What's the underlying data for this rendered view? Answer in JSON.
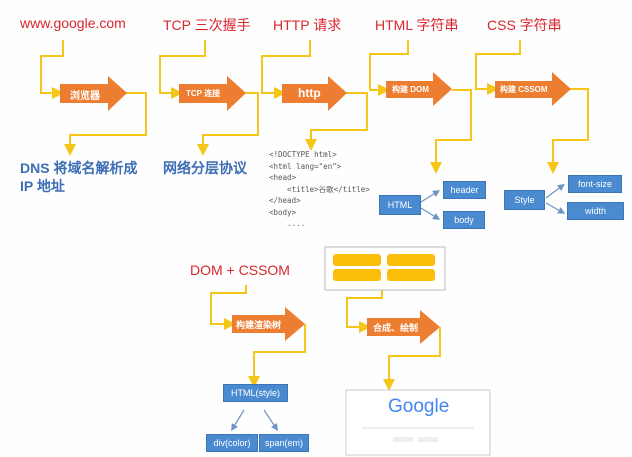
{
  "steps": {
    "url": "www.google.com",
    "tcp_handshake": "TCP 三次握手",
    "http_request": "HTTP 请求",
    "html_string": "HTML 字符串",
    "css_string": "CSS 字符串",
    "dom_cssom": "DOM + CSSOM"
  },
  "arrows": {
    "browser": "浏览器",
    "tcp_connect": "TCP 连接",
    "http": "http",
    "build_dom": "构建 DOM",
    "build_cssom": "构建 CSSOM",
    "build_render_tree": "构建渲染树",
    "composite_paint": "合成、绘制"
  },
  "notes": {
    "dns_line1": "DNS 将域名解析成",
    "dns_line2": "IP 地址",
    "network": "网络分层协议"
  },
  "code_lines": [
    "<!DOCTYPE html>",
    "<html lang=\"en\">",
    "<head>",
    "    <title>谷歌</title>",
    "</head>",
    "<body>",
    "    ...."
  ],
  "dom_tree": {
    "root": "HTML",
    "children": [
      "header",
      "body"
    ]
  },
  "cssom_tree": {
    "root": "Style",
    "children": [
      "font-size",
      "width"
    ]
  },
  "render_tree": {
    "root": "HTML(style)",
    "children": [
      "div(color)",
      "span(em)"
    ]
  },
  "google_preview": {
    "logo": "Google"
  },
  "colors": {
    "title_red": "#d8262f",
    "note_blue": "#3d6db5",
    "arrow_orange": "#ed7d31",
    "connector_yellow": "#f5c518",
    "box_blue": "#4a8ad1"
  }
}
